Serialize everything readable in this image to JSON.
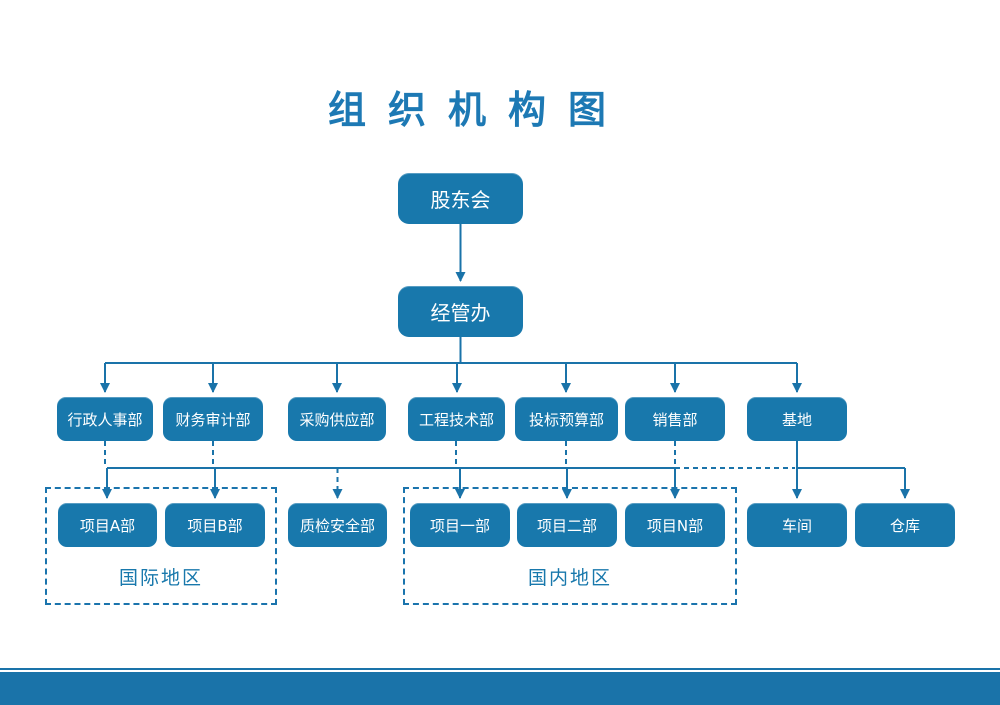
{
  "title": "组织机构图",
  "accent_color": "#1878ac",
  "line_color": "#1a73a9",
  "nodes": {
    "shareholders": "股东会",
    "management": "经管办",
    "admin_hr": "行政人事部",
    "finance_audit": "财务审计部",
    "procurement": "采购供应部",
    "engineering": "工程技术部",
    "bidding_budget": "投标预算部",
    "sales": "销售部",
    "base": "基地",
    "project_a": "项目A部",
    "project_b": "项目B部",
    "quality_safety": "质检安全部",
    "project_1": "项目一部",
    "project_2": "项目二部",
    "project_n": "项目N部",
    "workshop": "车间",
    "warehouse": "仓库"
  },
  "regions": {
    "international": "国际地区",
    "domestic": "国内地区"
  },
  "levels": {
    "level1": [
      "股东会"
    ],
    "level2": [
      "经管办"
    ],
    "level3": [
      "行政人事部",
      "财务审计部",
      "采购供应部",
      "工程技术部",
      "投标预算部",
      "销售部",
      "基地"
    ],
    "level4": [
      "项目A部",
      "项目B部",
      "质检安全部",
      "项目一部",
      "项目二部",
      "项目N部",
      "车间",
      "仓库"
    ]
  },
  "region_members": {
    "国际地区": [
      "项目A部",
      "项目B部"
    ],
    "国内地区": [
      "项目一部",
      "项目二部",
      "项目N部"
    ]
  }
}
